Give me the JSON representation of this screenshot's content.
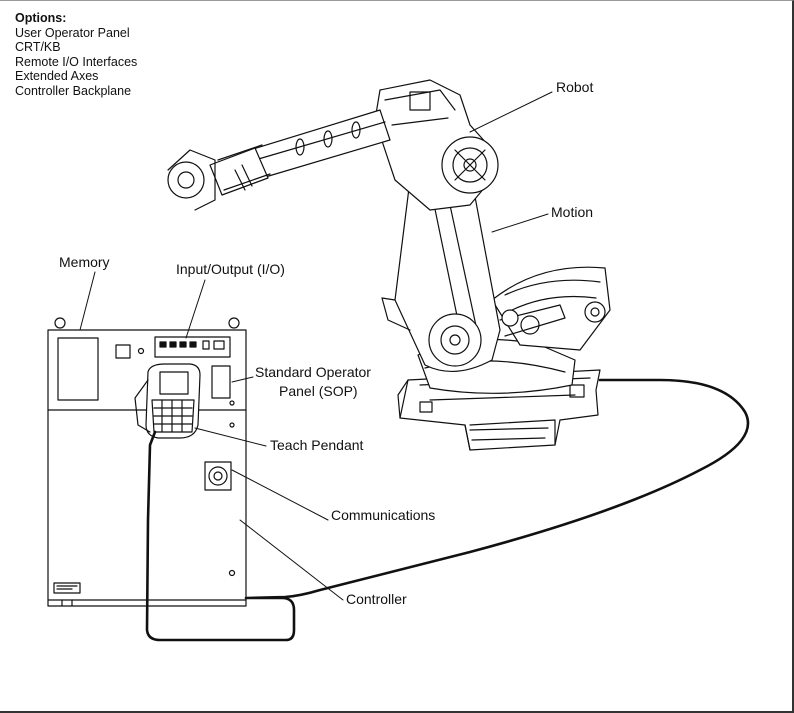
{
  "options": {
    "header": "Options:",
    "items": [
      "User Operator Panel",
      "CRT/KB",
      "Remote I/O Interfaces",
      "Extended Axes",
      "Controller Backplane"
    ]
  },
  "labels": {
    "robot": "Robot",
    "motion": "Motion",
    "memory": "Memory",
    "io": "Input/Output (I/O)",
    "sop_line1": "Standard Operator",
    "sop_line2": "Panel (SOP)",
    "teach_pendant": "Teach Pendant",
    "communications": "Communications",
    "controller": "Controller"
  },
  "colors": {
    "line": "#111111",
    "background": "#ffffff"
  }
}
